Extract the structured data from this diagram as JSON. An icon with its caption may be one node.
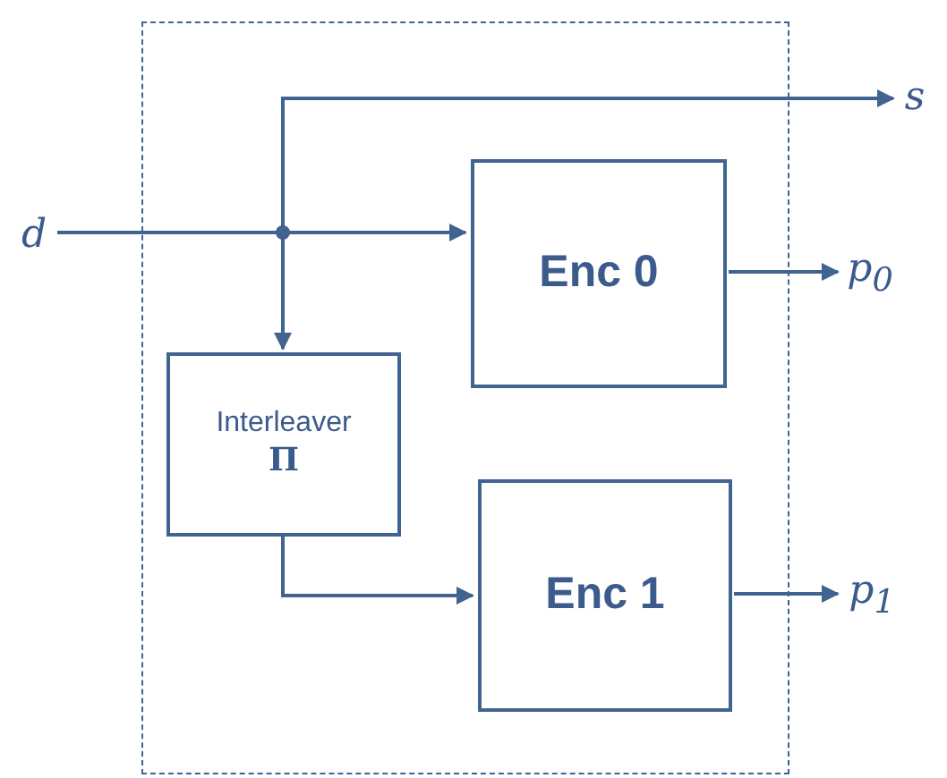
{
  "diagram": {
    "nodes": [
      {
        "text": [],
        "shape": "box"
      },
      {
        "text": [
          "d"
        ]
      },
      {
        "text": [
          "s"
        ]
      },
      {
        "text": [
          "Enc 0"
        ],
        "in": 0
      },
      {
        "text": [
          "p$_{0}$"
        ]
      },
      {
        "text": [
          "Interleaver",
          "Π"
        ],
        "in": 0
      },
      {
        "text": [
          "Enc 1"
        ],
        "in": 0
      },
      {
        "text": [
          "p$_{1}$"
        ]
      }
    ],
    "edges": [
      {
        "from": 1,
        "to": 3,
        "arrow": "to"
      },
      {
        "from": 1,
        "to": 2,
        "arrow": "to"
      },
      {
        "from": 1,
        "to": 5,
        "arrow": "to"
      },
      {
        "from": 5,
        "to": 6,
        "arrow": "to"
      },
      {
        "from": 3,
        "to": 4,
        "arrow": "to"
      },
      {
        "from": 6,
        "to": 7,
        "arrow": "to"
      }
    ]
  }
}
